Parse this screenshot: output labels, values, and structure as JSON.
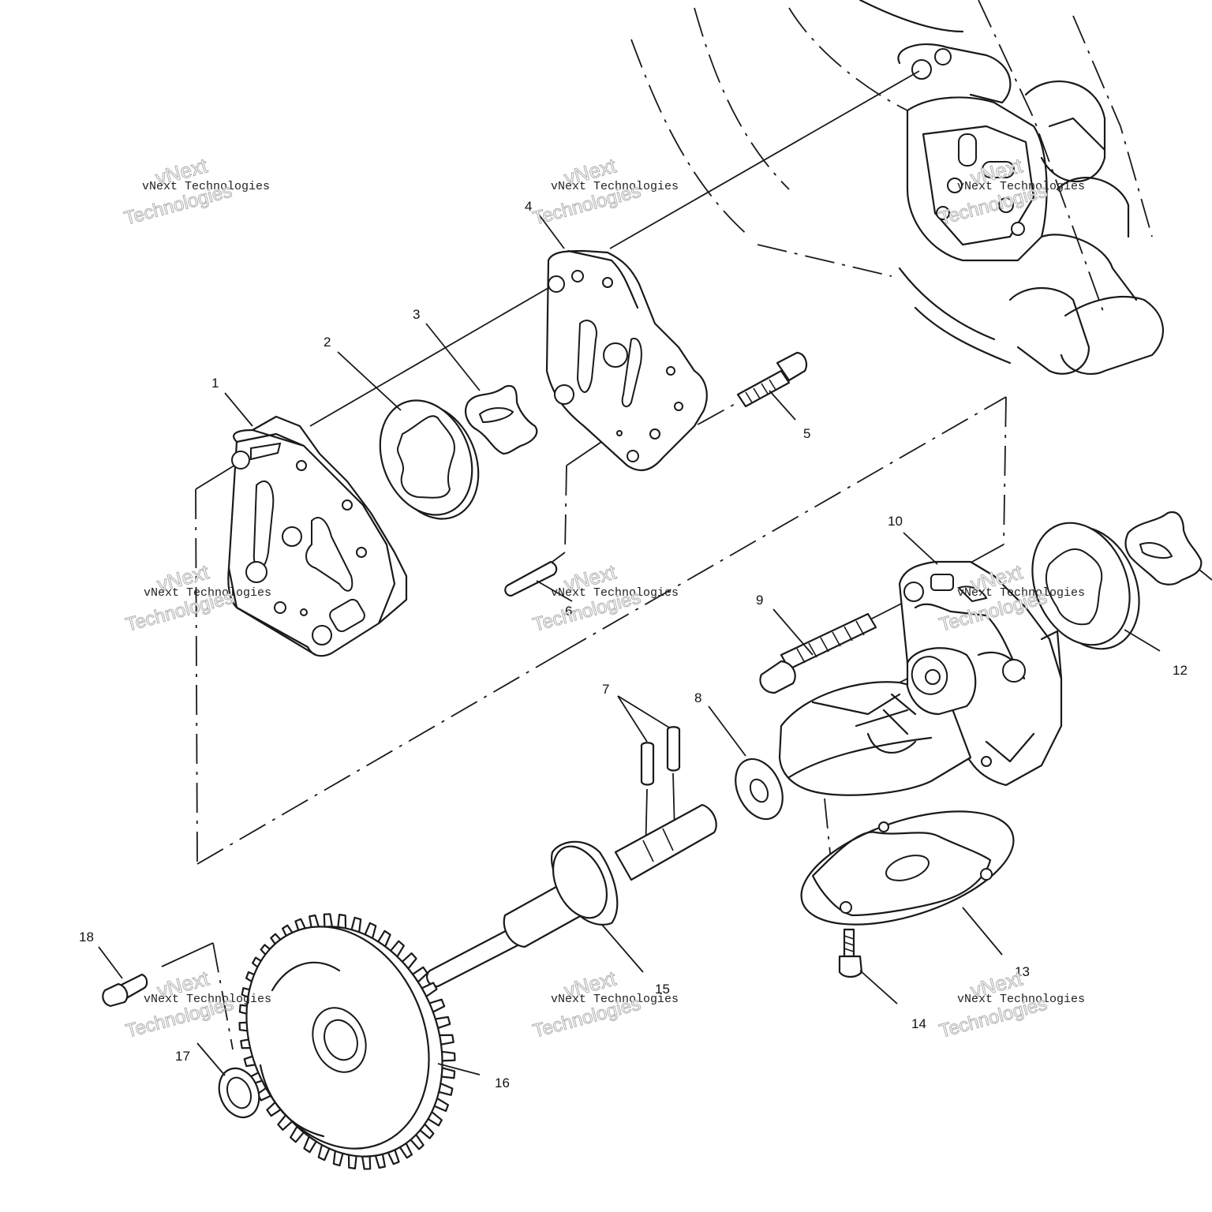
{
  "diagram": {
    "callouts": [
      "1",
      "2",
      "3",
      "4",
      "5",
      "6",
      "7",
      "8",
      "9",
      "10",
      "12",
      "13",
      "14",
      "15",
      "16",
      "17",
      "18"
    ],
    "watermark": {
      "line_a": "vNext Technologies",
      "line_b": "vNext",
      "line_c": "Technologies"
    }
  }
}
